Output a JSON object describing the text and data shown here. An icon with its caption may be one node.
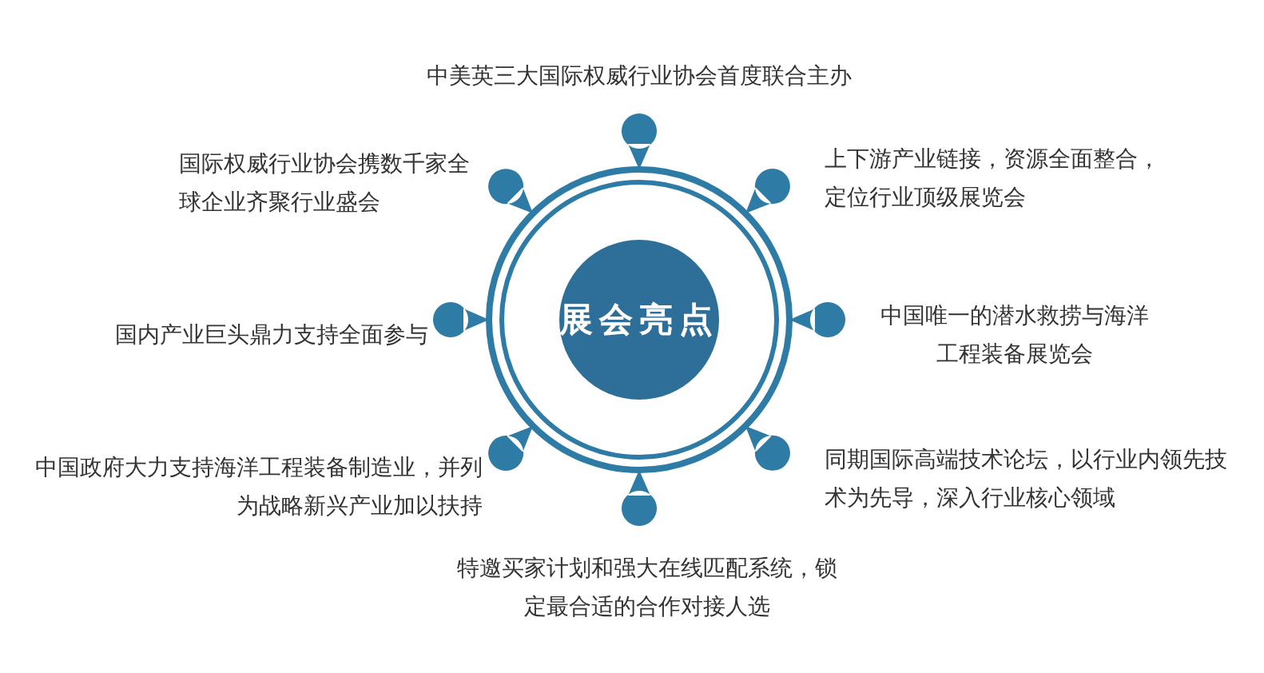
{
  "diagram": {
    "nodes": [
      {
        "text": [
          "展会亮点"
        ]
      }
    ],
    "labels": [
      "中美英三大国际权威行业协会首度联合主办",
      "国际权威行业协会携数千家全球企业齐聚行业盛会",
      "上下游产业链接，资源全面整合，定位行业顶级展览会",
      "国内产业巨头鼎力支持全面参与",
      "中国唯一的潜水救捞与海洋工程装备展览会",
      "中国政府大力支持海洋工程装备制造业，并列为战略新兴产业加以扶持",
      "同期国际高端技术论坛，以行业内领先技术为先导，深入行业核心领域",
      "特邀买家计划和强大在线匹配系统，锁定最合适的合作对接人选"
    ]
  }
}
